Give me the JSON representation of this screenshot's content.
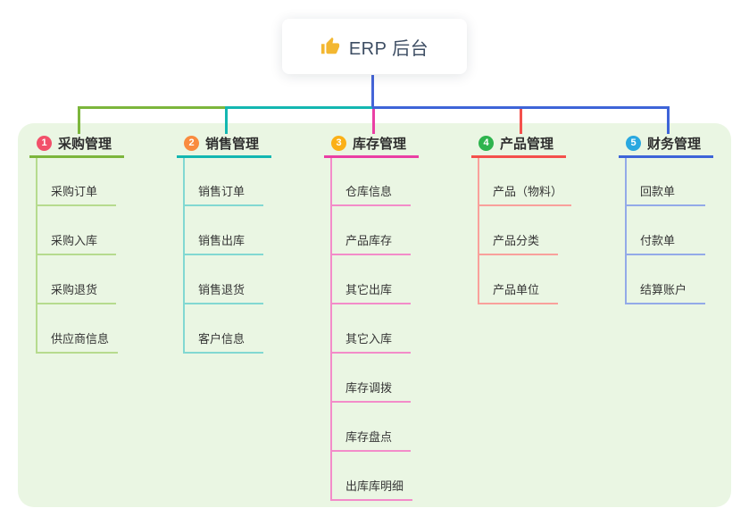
{
  "root": {
    "label": "ERP 后台",
    "icon": "thumbs-up-icon"
  },
  "colors": {
    "panel_bg": "#eaf6e3",
    "root_line": "#4565d8",
    "thumb_icon": "#f3b731",
    "root_text": "#3d4d63",
    "node_text": "#2e2e2e"
  },
  "branches": [
    {
      "number": "1",
      "label": "采购管理",
      "color": "#7cb63c",
      "light_color": "#b6db8e",
      "badge_color": "#f2506a",
      "children": [
        "采购订单",
        "采购入库",
        "采购退货",
        "供应商信息"
      ]
    },
    {
      "number": "2",
      "label": "销售管理",
      "color": "#13b7b1",
      "light_color": "#82d8d2",
      "badge_color": "#f98b3f",
      "children": [
        "销售订单",
        "销售出库",
        "销售退货",
        "客户信息"
      ]
    },
    {
      "number": "3",
      "label": "库存管理",
      "color": "#ea3fa4",
      "light_color": "#f38cc9",
      "badge_color": "#fbb017",
      "children": [
        "仓库信息",
        "产品库存",
        "其它出库",
        "其它入库",
        "库存调拨",
        "库存盘点",
        "出库库明细"
      ]
    },
    {
      "number": "4",
      "label": "产品管理",
      "color": "#f4504c",
      "light_color": "#f9a09b",
      "badge_color": "#2eb44e",
      "children": [
        "产品（物料）",
        "产品分类",
        "产品单位"
      ]
    },
    {
      "number": "5",
      "label": "财务管理",
      "color": "#3e64d8",
      "light_color": "#93aae8",
      "badge_color": "#29a8e0",
      "children": [
        "回款单",
        "付款单",
        "结算账户"
      ]
    }
  ]
}
